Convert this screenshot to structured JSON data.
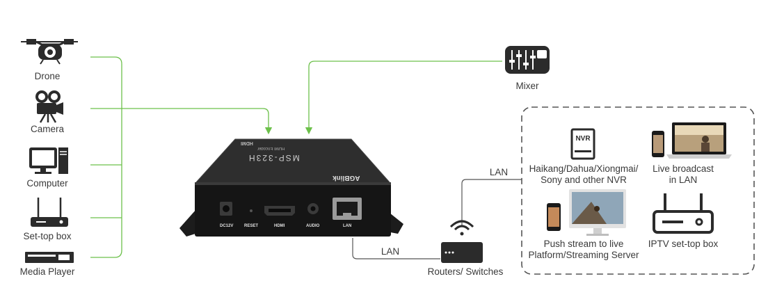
{
  "sources": {
    "drone": "Drone",
    "camera": "Camera",
    "computer": "Computer",
    "settop": "Set-top box",
    "mediaplayer": "Media Player"
  },
  "mixer": "Mixer",
  "device": {
    "brand": "AGBlink",
    "model": "MSP-323H",
    "subtitle": "HDMI Encoder",
    "top_label": "HDMI",
    "ports": {
      "dc": "DC12V",
      "reset": "RESET",
      "hdmi": "HDMI",
      "audio": "AUDIO",
      "lan": "LAN"
    }
  },
  "links": {
    "lan_top": "LAN",
    "lan_bottom": "LAN"
  },
  "router": "Routers/ Switches",
  "outputs": {
    "nvr_badge": "NVR",
    "nvr_line1": "Haikang/Dahua/Xiongmai/",
    "nvr_line2": "Sony and other NVR",
    "live_line1": "Live broadcast",
    "live_line2": "in LAN",
    "push_line1": "Push stream to live",
    "push_line2": "Platform/Streaming Server",
    "iptv": "IPTV set-top box"
  },
  "colors": {
    "connector": "#6cc04a",
    "dark": "#2b2b2b",
    "line": "#555555"
  }
}
